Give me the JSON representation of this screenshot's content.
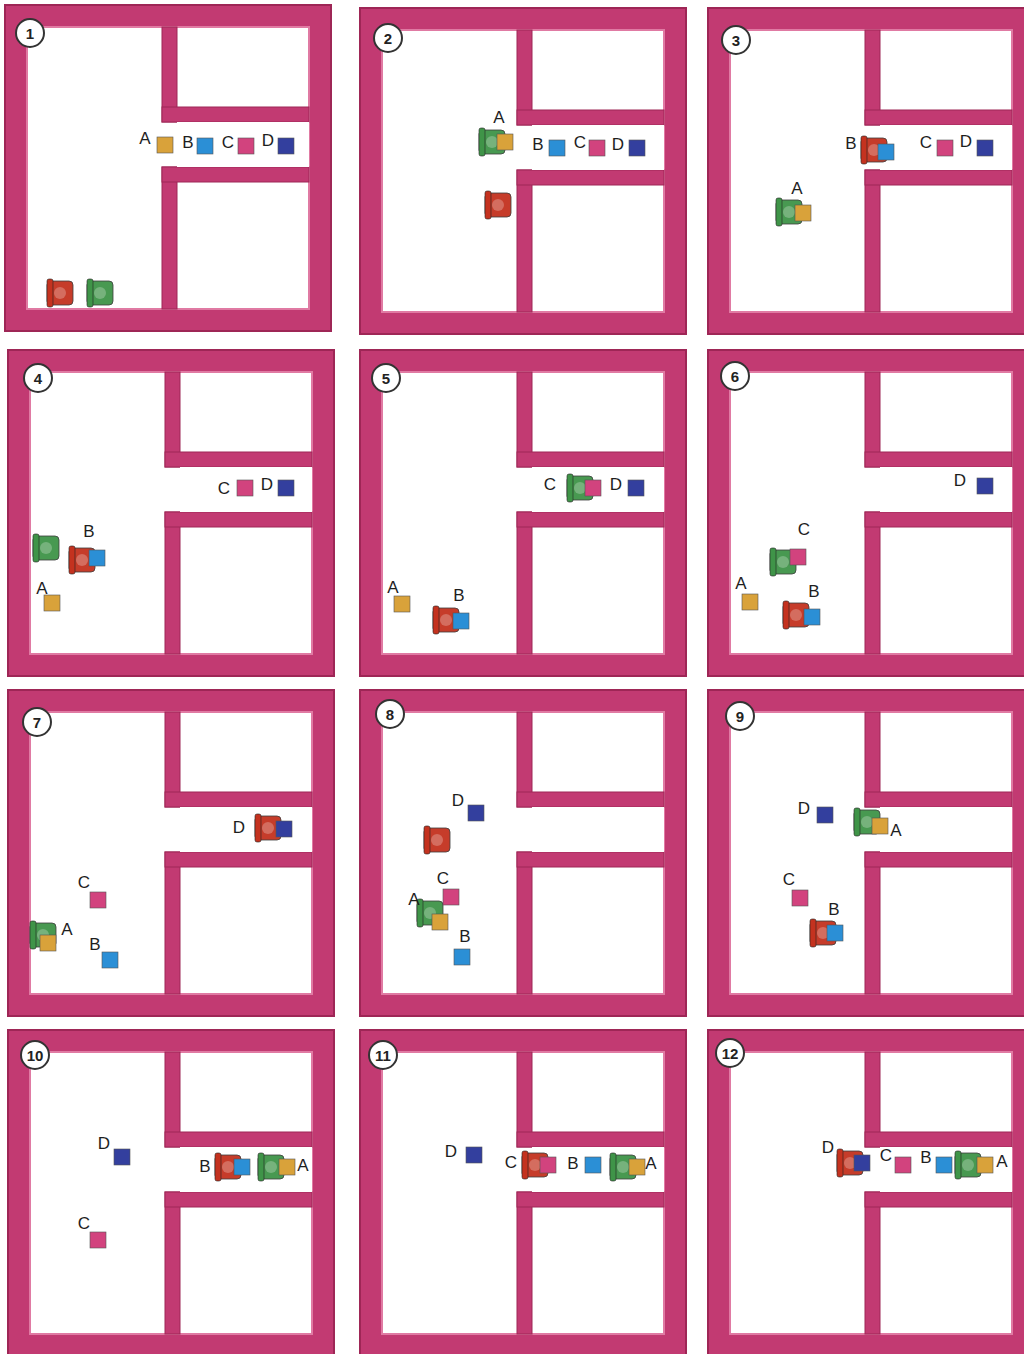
{
  "diagram": {
    "labels": [
      "1",
      "A",
      "B",
      "C",
      "D",
      "2",
      "A",
      "B",
      "C",
      "D",
      "3",
      "B",
      "C",
      "D",
      "A",
      "4",
      "C",
      "D",
      "B",
      "A",
      "5",
      "C",
      "D",
      "A",
      "B",
      "6",
      "D",
      "C",
      "A",
      "B",
      "7",
      "D",
      "C",
      "A",
      "B",
      "8",
      "D",
      "C",
      "A",
      "B",
      "9",
      "D",
      "A",
      "C",
      "B",
      "10",
      "D",
      "B",
      "A",
      "C",
      "11",
      "D",
      "C",
      "B",
      "A",
      "12",
      "D",
      "C",
      "B",
      "A"
    ]
  }
}
